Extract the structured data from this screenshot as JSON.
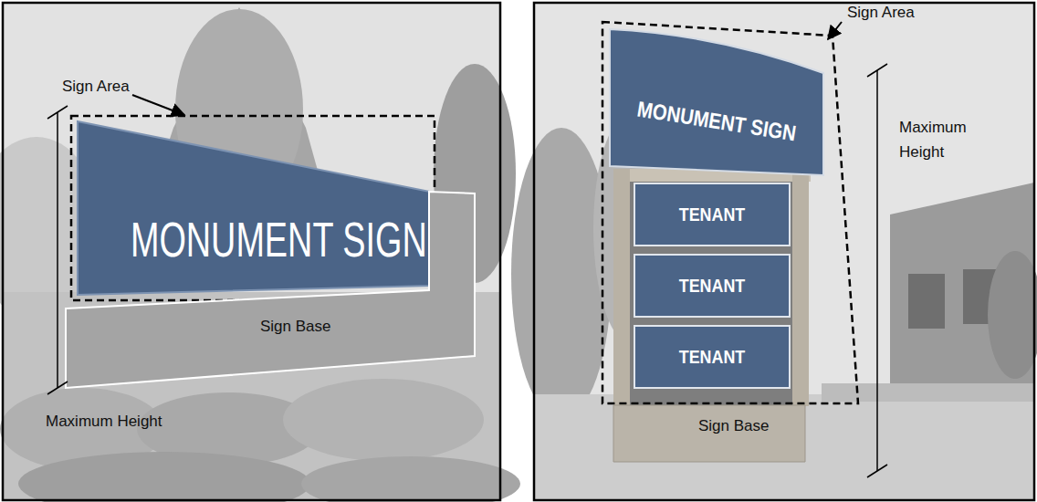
{
  "diagram": {
    "nodes": [
      {
        "text": [
          "Sign Area"
        ]
      },
      {
        "text": [
          "MONUMENT SIGN"
        ],
        "in": 0
      },
      {
        "text": [
          "Sign Base"
        ]
      },
      {
        "text": [
          "Sign Area"
        ]
      },
      {
        "text": [
          "MONUMENT SIGN"
        ],
        "in": 3
      },
      {
        "text": [
          "TENANT"
        ],
        "in": 3
      },
      {
        "text": [
          "TENANT"
        ],
        "in": 3
      },
      {
        "text": [
          "TENANT"
        ],
        "in": 3
      },
      {
        "text": [
          "Sign Base"
        ]
      }
    ],
    "labels": [
      "Maximum Height",
      "Maximum Height"
    ]
  }
}
